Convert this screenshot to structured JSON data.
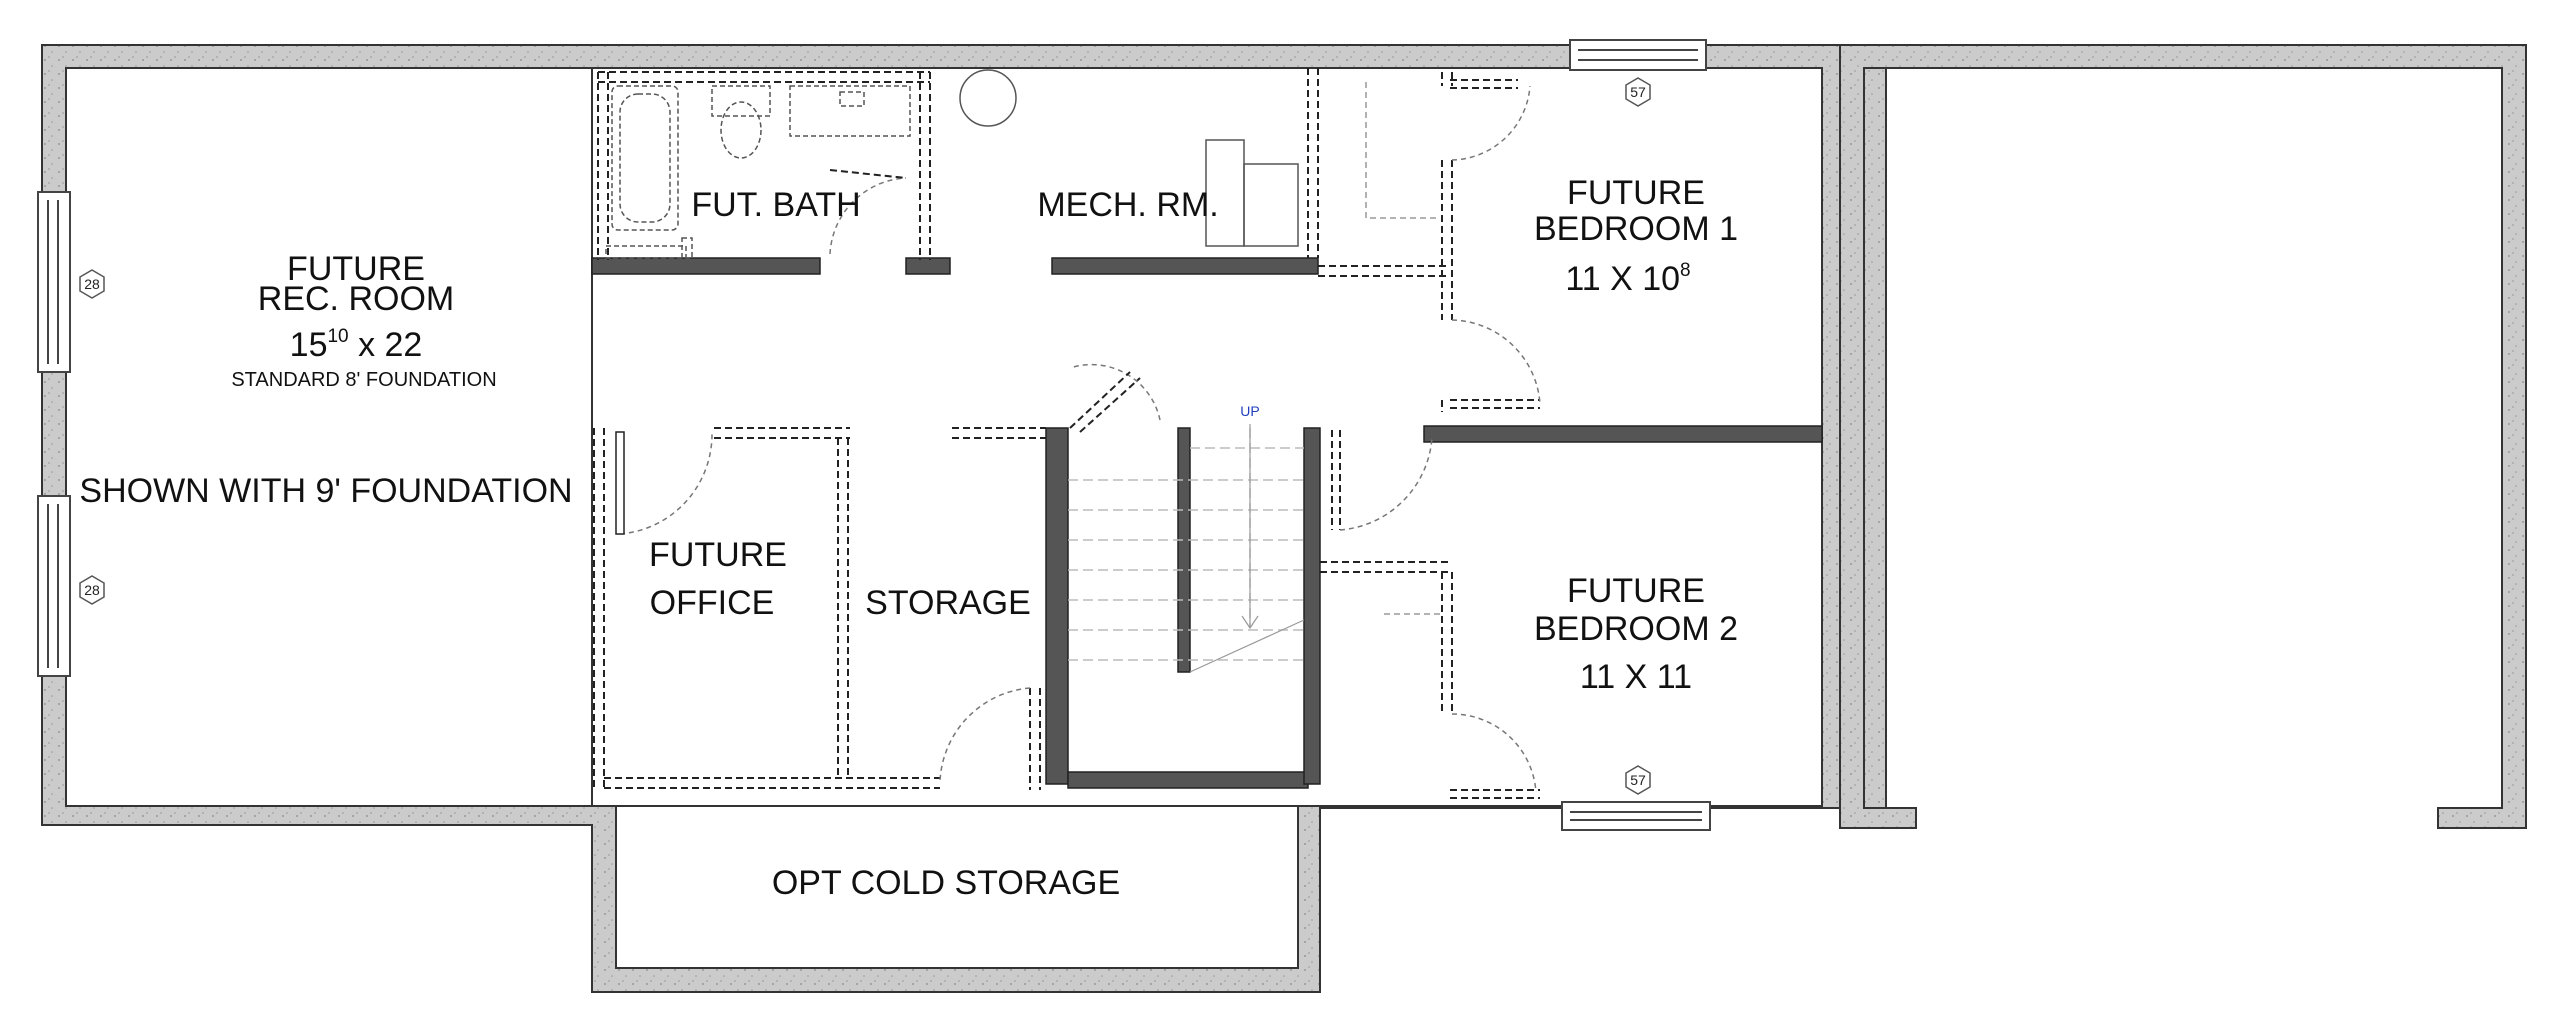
{
  "rooms": {
    "rec_room": {
      "line1": "FUTURE",
      "line2": "REC. ROOM",
      "size_main": "15",
      "size_sup": "10",
      "size_rest": " x 22",
      "note": "STANDARD 8' FOUNDATION",
      "callout": "SHOWN WITH 9' FOUNDATION"
    },
    "bath": {
      "label": "FUT. BATH"
    },
    "mech": {
      "label": "MECH. RM."
    },
    "bedroom1": {
      "line1": "FUTURE",
      "line2": "BEDROOM 1",
      "size_main": "11 X 10",
      "size_sup": "8"
    },
    "bedroom2": {
      "line1": "FUTURE",
      "line2": "BEDROOM 2",
      "size": "11 X 11"
    },
    "office": {
      "line1": "FUTURE",
      "line2": "OFFICE"
    },
    "storage": {
      "label": "STORAGE"
    },
    "cold_storage": {
      "label": "OPT COLD STORAGE"
    }
  },
  "stairs": {
    "direction_label": "UP"
  },
  "window_tags": {
    "left_top": "28",
    "left_bottom": "28",
    "bedroom1": "57",
    "bedroom2": "57"
  },
  "colors": {
    "foundation_wall": "#c9c9c9",
    "wall_outline": "#333333",
    "interior_wall": "#4d4d4d",
    "up_label": "#1f3fbf"
  }
}
